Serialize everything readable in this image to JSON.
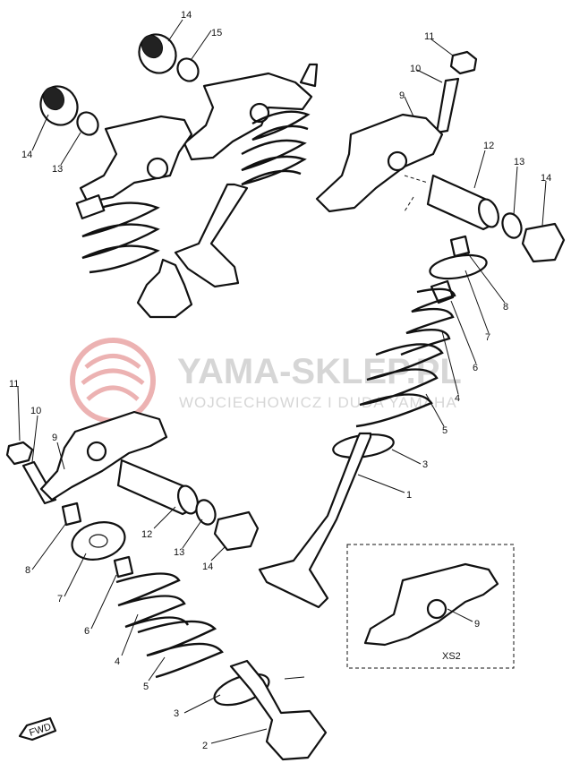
{
  "watermark": {
    "brand": "YAMA-SKLEP.PL",
    "subtitle": "WOJCIECHOWICZ I DUDA YAMAHA"
  },
  "labels": {
    "top_left_14a": "14",
    "top_left_15": "15",
    "top_left_14b": "14",
    "top_left_13": "13",
    "tr_11": "11",
    "tr_10": "10",
    "tr_9": "9",
    "tr_12": "12",
    "tr_13": "13",
    "tr_14": "14",
    "mid_8": "8",
    "mid_7": "7",
    "mid_6": "6",
    "mid_4": "4",
    "mid_5": "5",
    "mid_3": "3",
    "mid_1": "1",
    "bl_11": "11",
    "bl_10": "10",
    "bl_9": "9",
    "bl_12": "12",
    "bl_13": "13",
    "bl_14": "14",
    "bl_8": "8",
    "bl_7": "7",
    "bl_6": "6",
    "bl_4": "4",
    "bl_5": "5",
    "bl_3": "3",
    "bl_2": "2",
    "inset_9": "9",
    "inset_caption": "XS2",
    "fwd_arrow": "FWD"
  },
  "colors": {
    "line": "#111111",
    "watermark": "#d6d6d6",
    "logo_red": "#e8a0a0"
  }
}
